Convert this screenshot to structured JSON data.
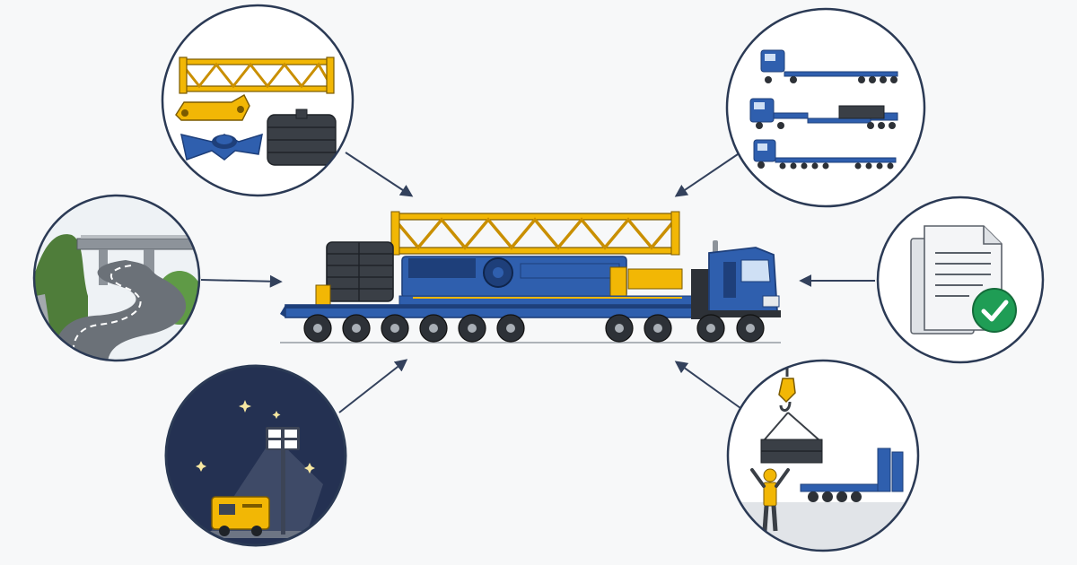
{
  "colors": {
    "background": "#f7f8f9",
    "ring": "#2b3a55",
    "arrow": "#33415c",
    "crane_yellow": "#f2b705",
    "crane_yellow_dark": "#c98f00",
    "truck_blue": "#2f5fae",
    "truck_blue_dark": "#1e3f7a",
    "ballast": "#3a3f46",
    "night_sky": "#243152",
    "check_green": "#1f9d55",
    "road_gray": "#6b7178",
    "tree_green": "#4f7d3a"
  },
  "panels": [
    {
      "id": "crane-components",
      "icons": [
        "lattice-jib-icon",
        "hydraulic-arm-icon",
        "counterweight-stack-icon",
        "slewing-frame-icon"
      ]
    },
    {
      "id": "trailer-types",
      "icons": [
        "flatbed-trailer-icon",
        "lowbed-trailer-icon",
        "multi-axle-trailer-icon"
      ]
    },
    {
      "id": "route-survey",
      "icons": [
        "winding-road-icon",
        "overpass-bridge-icon",
        "tree-icon"
      ]
    },
    {
      "id": "permits-documents",
      "icons": [
        "document-icon",
        "checkmark-icon"
      ]
    },
    {
      "id": "night-transport",
      "icons": [
        "moon-icon",
        "star-icon",
        "light-tower-icon",
        "generator-icon"
      ]
    },
    {
      "id": "loading-operation",
      "icons": [
        "crane-hook-icon",
        "suspended-load-icon",
        "flagger-worker-icon",
        "lowboy-trailer-icon"
      ]
    }
  ],
  "center": {
    "id": "mobile-crane-transport",
    "icons": [
      "tractor-unit-icon",
      "lattice-boom-icon",
      "counterweight-icon",
      "multi-axle-trailer-icon"
    ]
  }
}
